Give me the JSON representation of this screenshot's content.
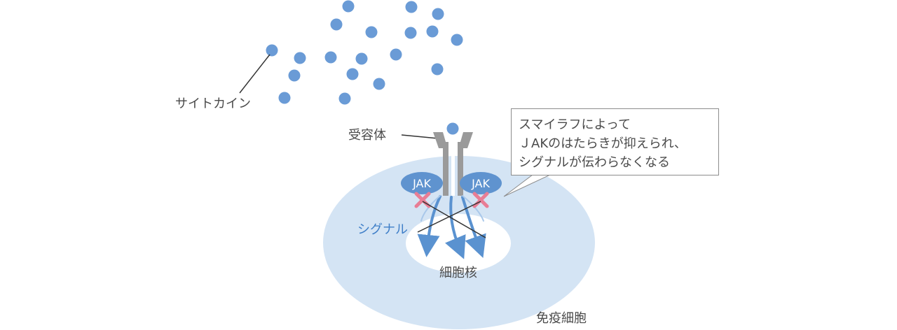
{
  "labels": {
    "cytokine": "サイトカイン",
    "receptor": "受容体",
    "jak_left": "JAK",
    "jak_right": "JAK",
    "signal": "シグナル",
    "nucleus": "細胞核",
    "immune_cell": "免疫細胞"
  },
  "callout": {
    "lines": [
      "スマイラフによって",
      "ＪAKのはたらきが抑えられ、",
      "シグナルが伝わらなくなる"
    ]
  },
  "colors": {
    "cytokine_dot": "#6a9bd6",
    "cell_fill": "#d4e4f4",
    "nucleus_fill": "#ffffff",
    "receptor": "#9a9a9a",
    "jak_fill": "#5f93cf",
    "block_x": "#e87d95",
    "signal_arrow": "#5a92d0",
    "text": "#4a4a4a"
  }
}
